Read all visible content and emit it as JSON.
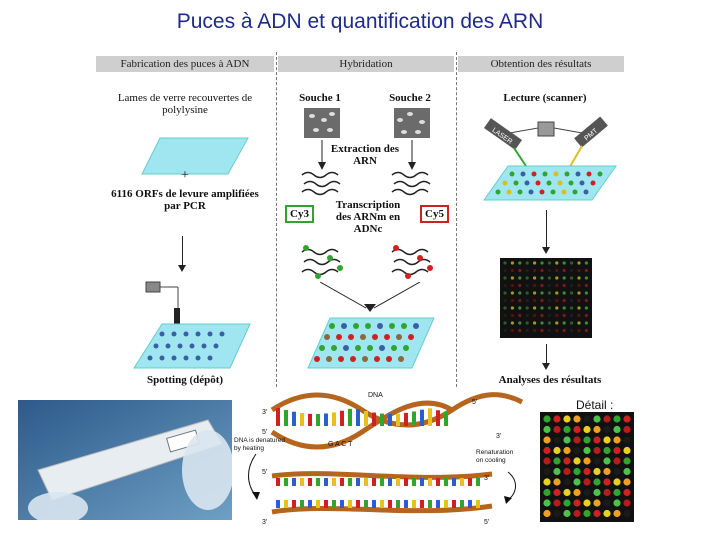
{
  "title": "Puces à ADN et quantification des ARN",
  "columns": {
    "fabrication": "Fabrication des puces à ADN",
    "hybridation": "Hybridation",
    "resultats": "Obtention des résultats"
  },
  "fabrication": {
    "slides_label": "Lames de verre recouvertes de polylysine",
    "plus": "+",
    "orfs_label": "6116 ORFs de levure amplifiées par PCR",
    "spotting_label": "Spotting (dépôt)"
  },
  "hybridation": {
    "souche1": "Souche 1",
    "souche2": "Souche 2",
    "extraction": "Extraction des ARN",
    "transcription": "Transcription des ARNm en ADNc",
    "cy3": "Cy3",
    "cy5": "Cy5"
  },
  "resultats": {
    "lecture": "Lecture (scanner)",
    "laser": "LASER",
    "pmt": "PMT",
    "analyses": "Analyses des résultats"
  },
  "bottom": {
    "dna_label": "DNA",
    "denatured": "DNA is denatured by heating",
    "renaturation": "Renaturation on cooling",
    "bases": "G A C T",
    "five_prime": "5'",
    "three_prime": "3'",
    "detail": "Détail :"
  },
  "colors": {
    "title": "#1e2a8c",
    "cy3": "#2fa52f",
    "cy5": "#d02020",
    "slide": "#9fe6f0"
  }
}
